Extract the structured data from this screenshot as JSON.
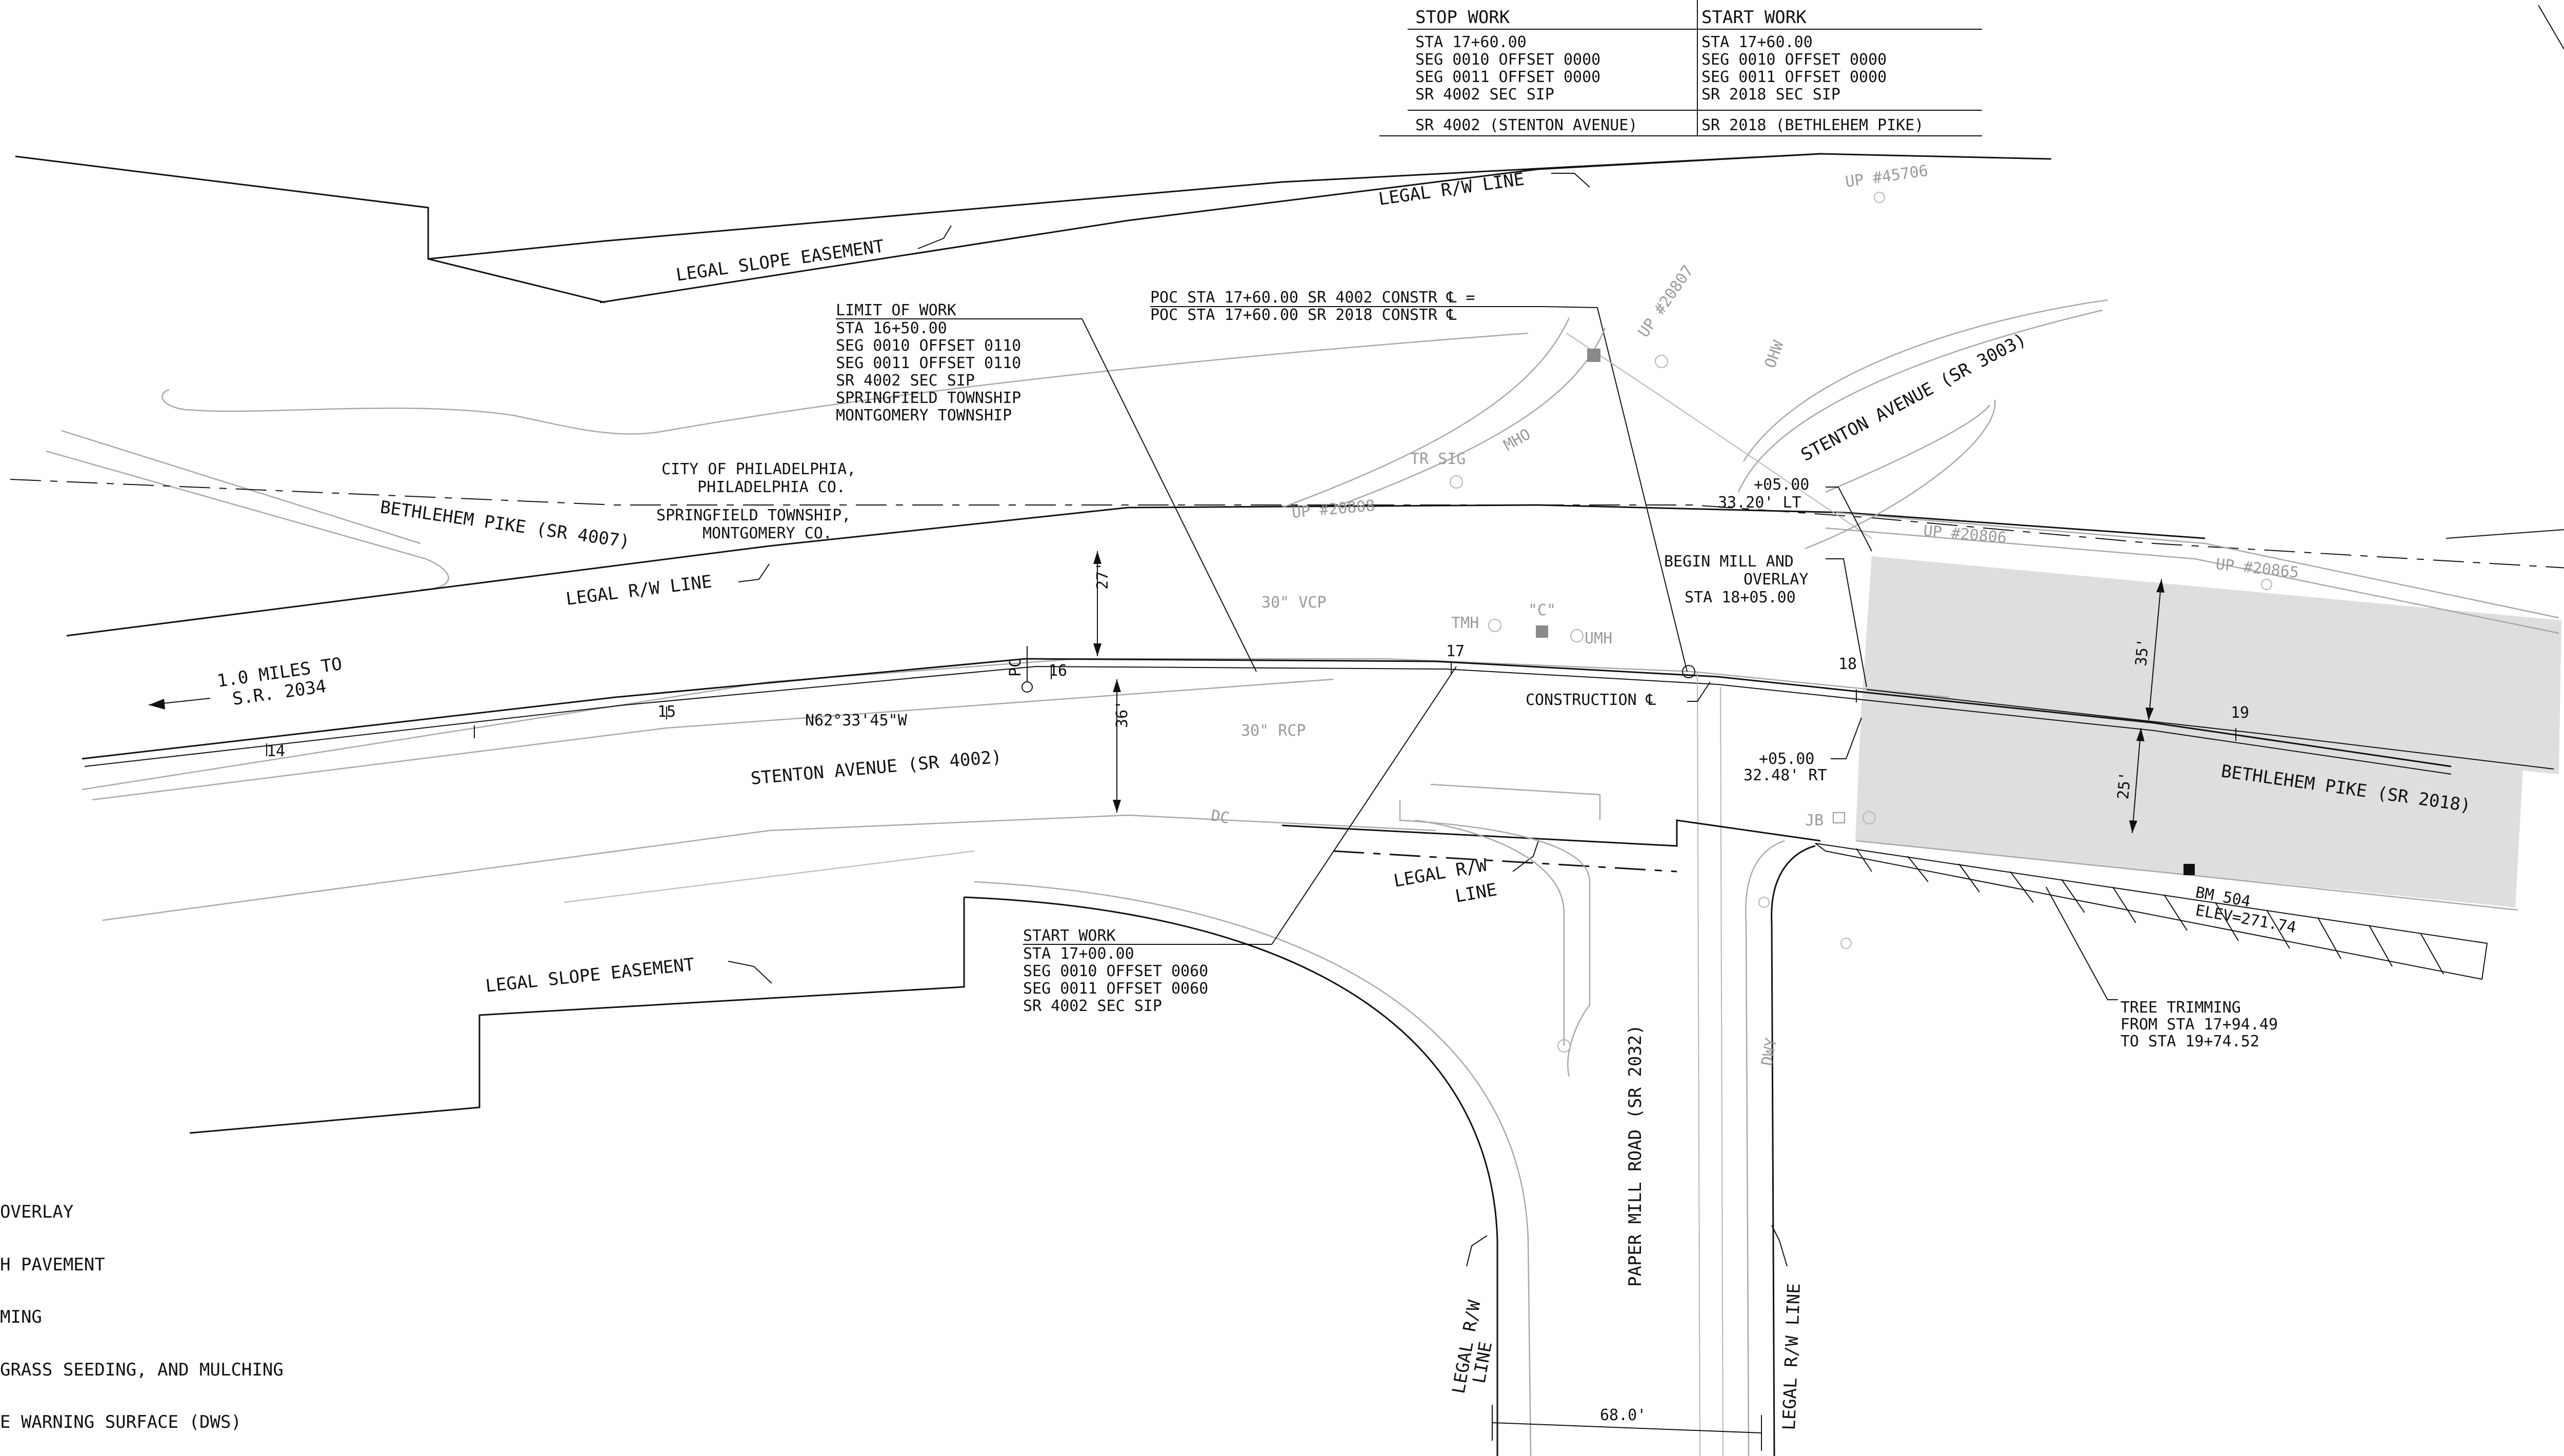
{
  "table": {
    "stop_header": "STOP WORK",
    "start_header": "START WORK",
    "stop_lines": [
      "STA 17+60.00",
      "SEG 0010 OFFSET 0000",
      "SEG 0011 OFFSET 0000",
      "SR 4002 SEC SIP"
    ],
    "start_lines": [
      "STA 17+60.00",
      "SEG 0010 OFFSET 0000",
      "SEG 0011 OFFSET 0000",
      "SR 2018 SEC SIP"
    ],
    "stop_road": "SR 4002 (STENTON AVENUE)",
    "start_road": "SR 2018 (BETHLEHEM PIKE)"
  },
  "labels": {
    "legal_rw_top": "LEGAL R/W LINE",
    "legal_slope_top": "LEGAL SLOPE EASEMENT",
    "legal_slope_bottom": "LEGAL SLOPE EASEMENT",
    "legal_rw_mid": "LEGAL R/W LINE",
    "legal_rw_center": [
      "LEGAL R/W",
      "LINE"
    ],
    "legal_rw_left_vert": [
      "LEGAL R/W",
      "LINE"
    ],
    "legal_rw_right_vert": "LEGAL R/W LINE",
    "bethlehem_4007": "BETHLEHEM PIKE (SR 4007)",
    "bethlehem_2018": "BETHLEHEM PIKE (SR 2018)",
    "stenton_4002": "STENTON AVENUE (SR 4002)",
    "stenton_3003": "STENTON AVENUE (SR 3003)",
    "paper_mill": "PAPER MILL ROAD (SR 2032)",
    "city": [
      "CITY OF PHILADELPHIA,",
      "PHILADELPHIA CO."
    ],
    "springfield": [
      "SPRINGFIELD TOWNSHIP,",
      "MONTGOMERY CO."
    ],
    "miles": [
      "1.0 MILES TO",
      "S.R. 2034"
    ],
    "bearing": "N62°33'45\"W",
    "construction": "CONSTRUCTION ℄",
    "pc": "PC"
  },
  "limit_of_work": {
    "title": "LIMIT OF WORK",
    "lines": [
      "STA 16+50.00",
      "SEG 0010 OFFSET 0110",
      "SEG 0011 OFFSET 0110",
      "SR 4002 SEC SIP",
      "SPRINGFIELD TOWNSHIP",
      "MONTGOMERY TOWNSHIP"
    ]
  },
  "poc": [
    "POC STA 17+60.00 SR 4002 CONSTR ℄ =",
    "POC STA 17+60.00 SR 2018 CONSTR ℄"
  ],
  "begin_mill": [
    "BEGIN MILL AND",
    "OVERLAY",
    "STA 18+05.00"
  ],
  "offset_lt": [
    "+05.00",
    "33.20' LT"
  ],
  "offset_rt": [
    "+05.00",
    "32.48' RT"
  ],
  "start_work_bottom": {
    "title": "START WORK",
    "lines": [
      "STA 17+00.00",
      "SEG 0010 OFFSET 0060",
      "SEG 0011 OFFSET 0060",
      "SR 4002 SEC SIP"
    ]
  },
  "tree_trimming": [
    "TREE TRIMMING",
    "FROM STA 17+94.49",
    "TO STA 19+74.52"
  ],
  "benchmark": [
    "BM 504",
    "ELEV=271.74"
  ],
  "dimensions": {
    "d27": "27'",
    "d36": "36'",
    "d35": "35'",
    "d25": "25'",
    "d68": "68.0'"
  },
  "stations": [
    "14",
    "15",
    "16",
    "17",
    "18",
    "19"
  ],
  "utilities": {
    "up_45706": "UP #45706",
    "up_20807": "UP #20807",
    "up_20808": "UP #20808",
    "up_20806": "UP #20806",
    "up_20865": "UP #20865",
    "vcp": "30\" VCP",
    "rcp": "30\" RCP",
    "tmh": "TMH",
    "c": "\"C\"",
    "umh": "UMH",
    "ohw": "OHW",
    "mho": "MHO",
    "tr_sig": "TR SIG",
    "dc": "DC",
    "jb": "JB",
    "dwy": "DWY"
  },
  "legend": [
    "OVERLAY",
    "H PAVEMENT",
    "MING",
    "GRASS SEEDING, AND MULCHING",
    "E WARNING SURFACE (DWS)"
  ]
}
